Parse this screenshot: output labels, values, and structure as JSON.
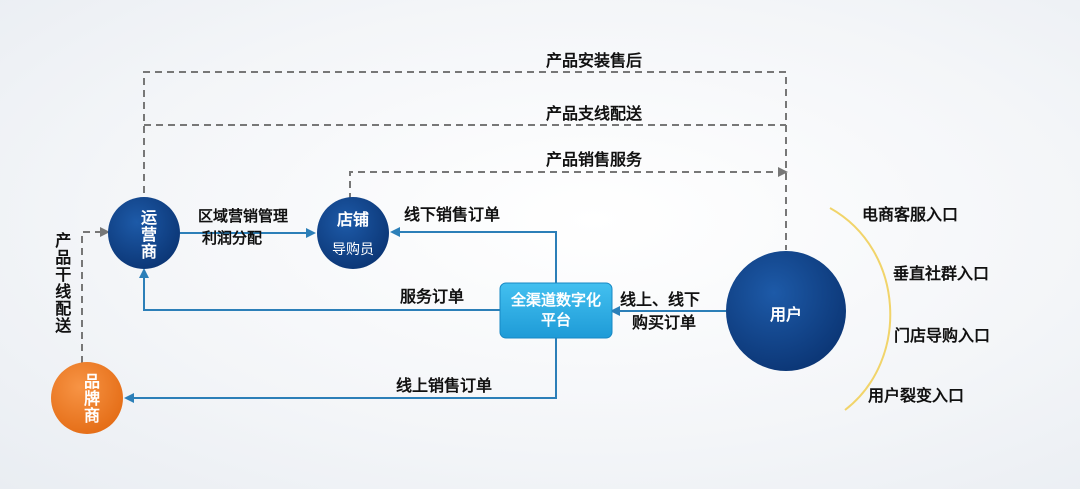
{
  "nodes": {
    "operator": "运营商",
    "store": "店铺",
    "store_sub": "导购员",
    "brand": "品牌商",
    "platform": "全渠道数字化平台",
    "user": "用户"
  },
  "edges": {
    "install_after_sales": "产品安装售后",
    "branch_delivery": "产品支线配送",
    "sales_service": "产品销售服务",
    "regional_mgmt_1": "区域营销管理",
    "regional_mgmt_2": "利润分配",
    "offline_order": "线下销售订单",
    "service_order": "服务订单",
    "online_offline_1": "线上、线下",
    "online_offline_2": "购买订单",
    "online_order": "线上销售订单",
    "trunk_delivery": "产品干线配送"
  },
  "entrances": [
    "电商客服入口",
    "垂直社群入口",
    "门店导购入口",
    "用户裂变入口"
  ],
  "colors": {
    "dark_blue": "#0f3f86",
    "light_blue": "#2eaee6",
    "orange": "#ef7a23",
    "line_blue": "#2c7fb8",
    "dash_gray": "#777777",
    "arc_yellow": "#f1d46a"
  }
}
